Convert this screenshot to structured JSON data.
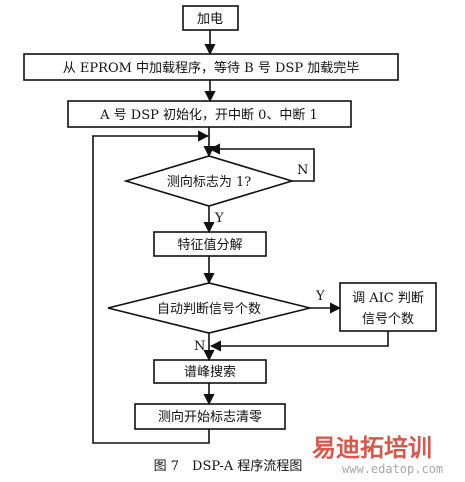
{
  "diagram": {
    "nodes": {
      "power_on": "加电",
      "load_program": "从 EPROM 中加载程序，等待 B 号 DSP 加载完毕",
      "init_a": "A 号 DSP 初始化，开中断 0、中断 1",
      "test_flag": "测向标志为 1?",
      "eigen_decomp": "特征值分解",
      "auto_count": "自动判断信号个数",
      "manual_count_line1": "调 AIC 判断",
      "manual_count_line2": "信号个数",
      "peak_search": "谱峰搜索",
      "clear_flag": "测向开始标志清零"
    },
    "labels": {
      "test_no": "N",
      "test_yes": "Y",
      "count_yes": "Y",
      "count_no": "N"
    },
    "caption": "图 7　DSP-A 程序流程图"
  },
  "watermark": {
    "brand": "易迪拓培训",
    "url": "www.edatop.com"
  },
  "colors": {
    "line": "#111111",
    "watermark_brand": "#d33a2c",
    "watermark_url": "#999999"
  }
}
